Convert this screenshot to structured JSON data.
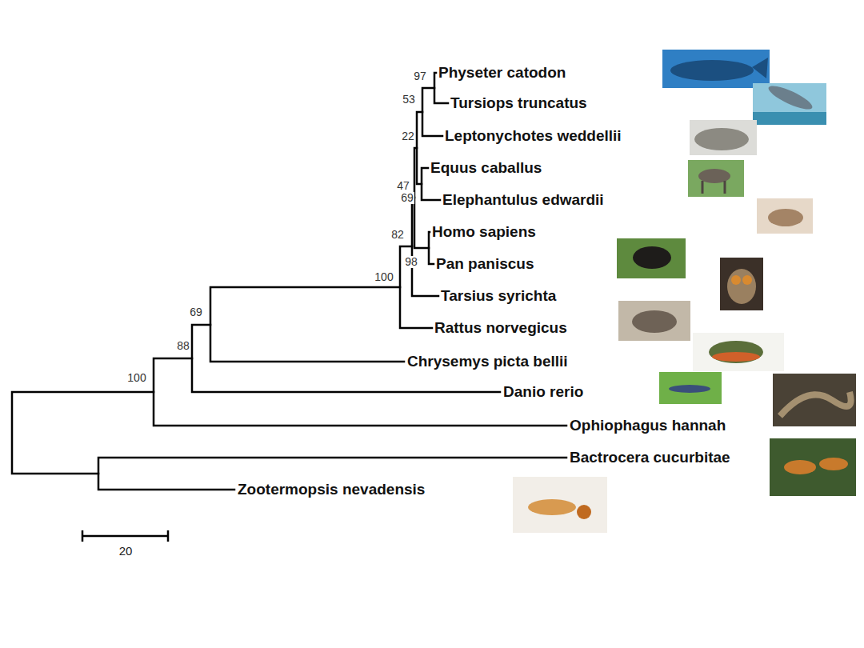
{
  "diagram": {
    "labels": [
      "Physeter catodon",
      "97",
      "53",
      "Tursiops truncatus",
      "22",
      "Leptonychotes weddellii",
      "Equus caballus",
      "47",
      "69",
      "Elephantulus edwardii",
      "Homo sapiens",
      "82",
      "98",
      "Pan paniscus",
      "100",
      "Tarsius syrichta",
      "Rattus norvegicus",
      "69",
      "88",
      "100",
      "Chrysemys picta bellii",
      "Danio rerio",
      "Ophiophagus hannah",
      "Bactrocera cucurbitae",
      "Zootermopsis nevadensis",
      "20"
    ]
  }
}
